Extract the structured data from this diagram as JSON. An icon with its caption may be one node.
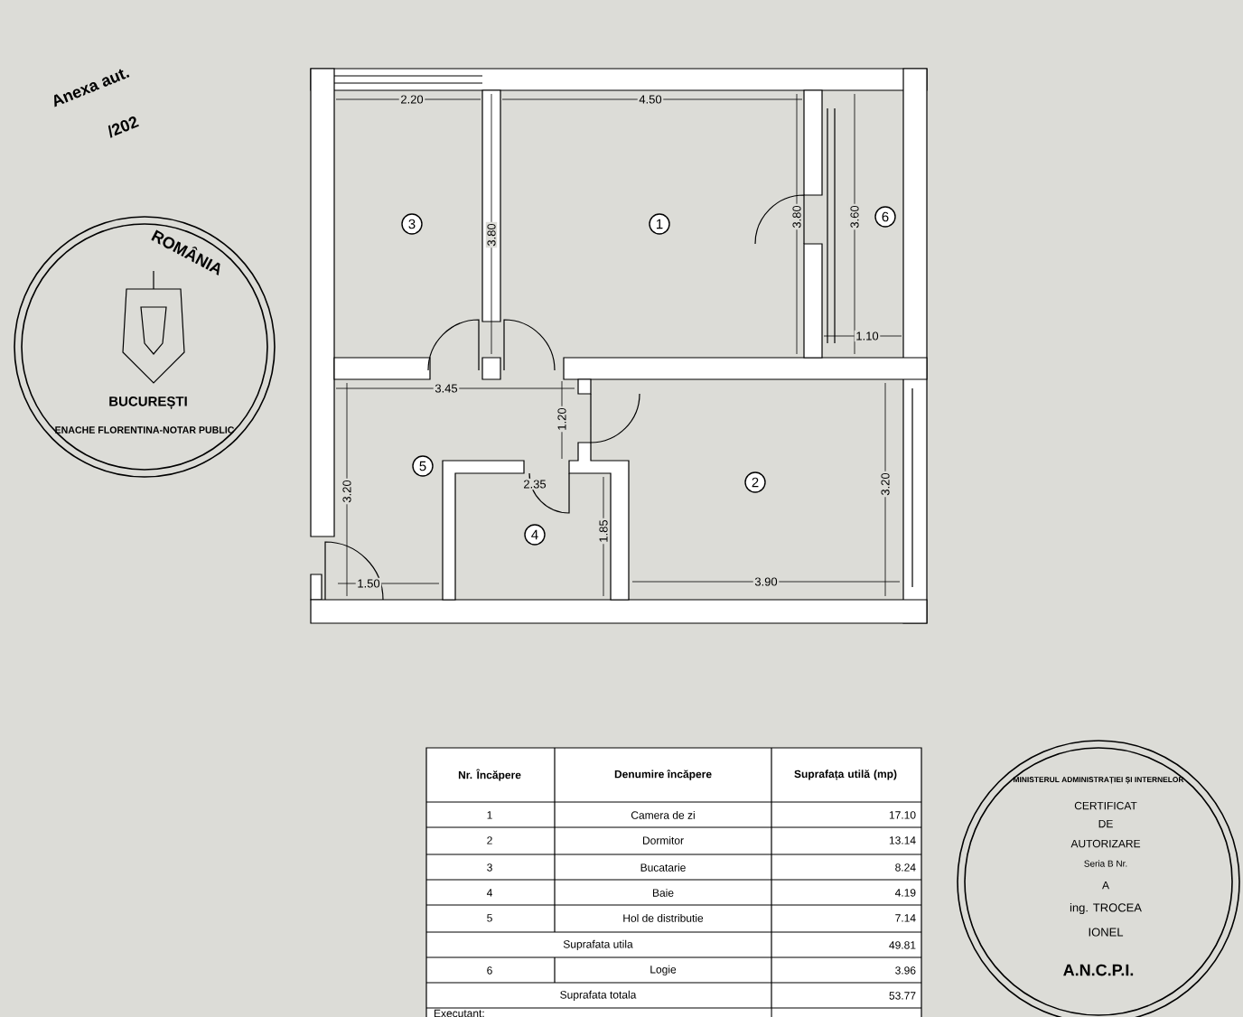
{
  "diagram": {
    "nodes": [
      {
        "text": [
          "3"
        ]
      },
      {
        "text": [
          "1"
        ]
      },
      {
        "text": [
          "6"
        ]
      },
      {
        "text": [
          "5"
        ]
      },
      {
        "text": [
          "2"
        ]
      },
      {
        "text": [
          "4"
        ]
      }
    ],
    "labels": [
      "Anexa aut.",
      "/202",
      "ROMÂNIA",
      "ENACHE FLORENTINA-NOTAR PUBLIC",
      "BUCUREȘTI",
      "2.20",
      "4.50",
      "3.80",
      "3.80",
      "3.60",
      "1.10",
      "3.45",
      "1.20",
      "3.20",
      "2.35",
      "1.85",
      "1.50",
      "3.90",
      "3.20",
      "Nr. Încăpere",
      "Denumire încăpere",
      "Suprafața utilă (mp)",
      "1",
      "Camera de zi",
      "17.10",
      "2",
      "Dormitor",
      "13.14",
      "3",
      "Bucatarie",
      "8.24",
      "4",
      "Baie",
      "4.19",
      "5",
      "Hol de distributie",
      "7.14",
      "Suprafata utila",
      "49.81",
      "6",
      "Logie",
      "3.96",
      "Suprafata totala",
      "53.77",
      "Executant:",
      "MINISTERUL ADMINISTRAȚIEI ȘI INTERNELOR",
      "CERTIFICAT",
      "DE",
      "AUTORIZARE",
      "Seria B Nr.",
      "A",
      "ing. TROCEA",
      "IONEL",
      "A.N.C.P.I."
    ]
  }
}
